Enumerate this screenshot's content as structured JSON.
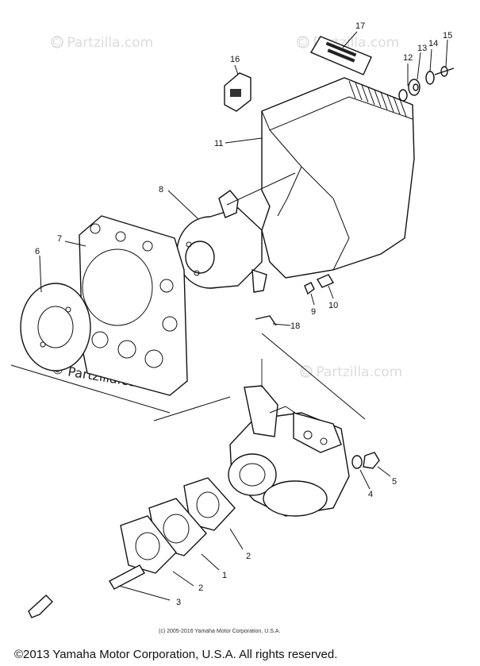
{
  "watermarks": [
    "© Partzilla.com",
    "© Partzilla.com",
    "© Partzilla.com",
    "© Partzilla.com"
  ],
  "callouts": {
    "c1": "1",
    "c2a": "2",
    "c2b": "2",
    "c3": "3",
    "c4": "4",
    "c5": "5",
    "c6": "6",
    "c7": "7",
    "c8": "8",
    "c9": "9",
    "c10": "10",
    "c11": "11",
    "c12": "12",
    "c13": "13",
    "c14": "14",
    "c15": "15",
    "c16": "16",
    "c17": "17",
    "c18": "18"
  },
  "footer": {
    "small_copyright": "(c) 2005-2016 Yamaha Motor Corporation, U.S.A.",
    "main_copyright": "©2013 Yamaha Motor Corporation, U.S.A. All rights reserved."
  }
}
